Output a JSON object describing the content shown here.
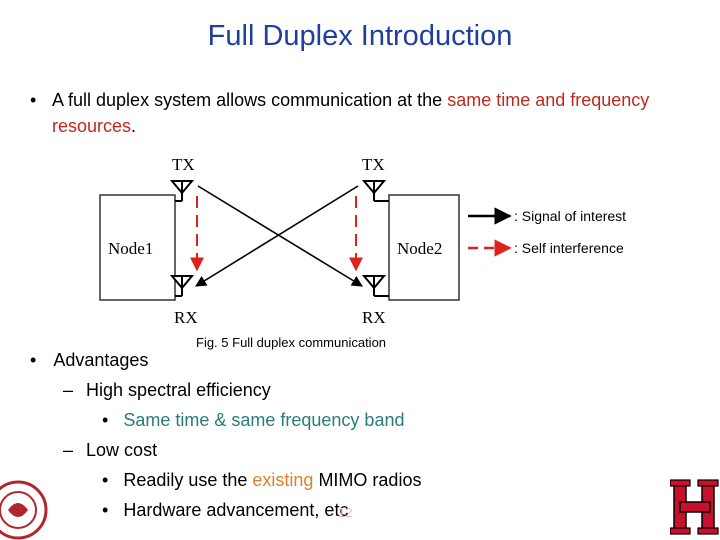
{
  "title": "Full Duplex Introduction",
  "bullet1": {
    "marker": "•",
    "text_before": "A full duplex system allows communication at the ",
    "highlight": "same time and frequency resources",
    "text_after": "."
  },
  "diagram": {
    "node1": "Node1",
    "node2": "Node2",
    "tx_left": "TX",
    "tx_right": "TX",
    "rx_left": "RX",
    "rx_right": "RX",
    "caption": "Fig. 5 Full duplex communication",
    "legend": {
      "signal": ": Signal of interest",
      "interference": ": Self interference"
    },
    "colors": {
      "interference": "#e0201a",
      "signal": "#000000"
    }
  },
  "advantages": {
    "marker": "•",
    "heading": "Advantages",
    "items": [
      {
        "dash": "–",
        "text": "High spectral efficiency"
      },
      {
        "bullet": "•",
        "text": "Same time & same frequency band"
      },
      {
        "dash": "–",
        "text": "Low cost"
      },
      {
        "bullet": "•",
        "before": "Readily use the ",
        "highlight": "existing",
        "after": " MIMO radios"
      },
      {
        "bullet": "•",
        "text": "Hardware advancement, etc"
      }
    ]
  },
  "page_number": "12"
}
